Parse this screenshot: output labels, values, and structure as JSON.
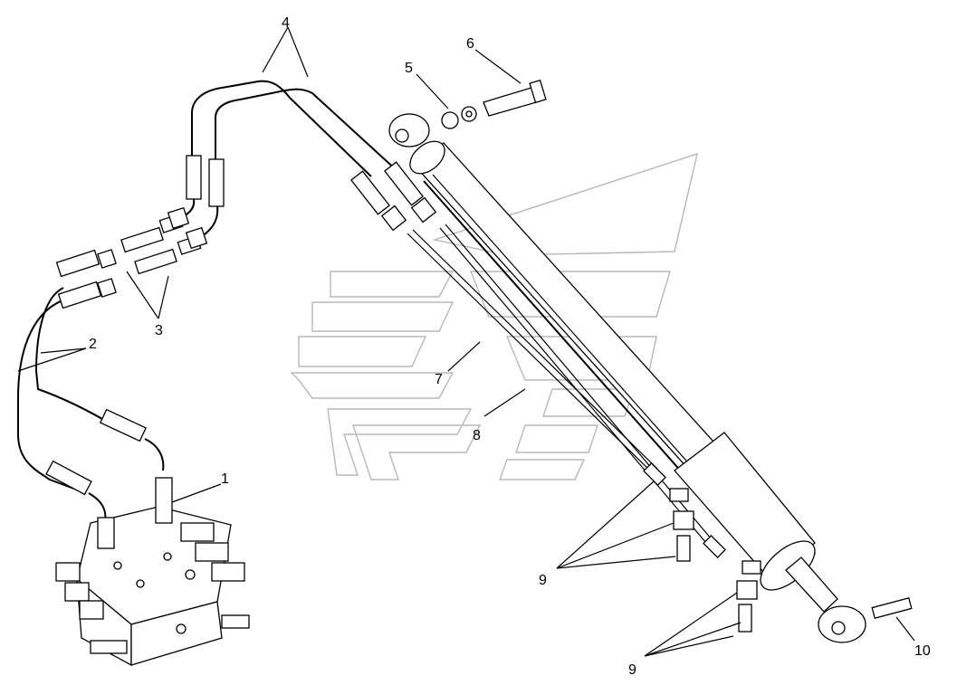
{
  "diagram": {
    "callouts": [
      {
        "id": "1",
        "label": "1"
      },
      {
        "id": "2",
        "label": "2"
      },
      {
        "id": "3",
        "label": "3"
      },
      {
        "id": "4",
        "label": "4"
      },
      {
        "id": "5",
        "label": "5"
      },
      {
        "id": "6",
        "label": "6"
      },
      {
        "id": "7",
        "label": "7"
      },
      {
        "id": "8",
        "label": "8"
      },
      {
        "id": "9a",
        "label": "9"
      },
      {
        "id": "9b",
        "label": "9"
      },
      {
        "id": "10",
        "label": "10"
      }
    ]
  }
}
